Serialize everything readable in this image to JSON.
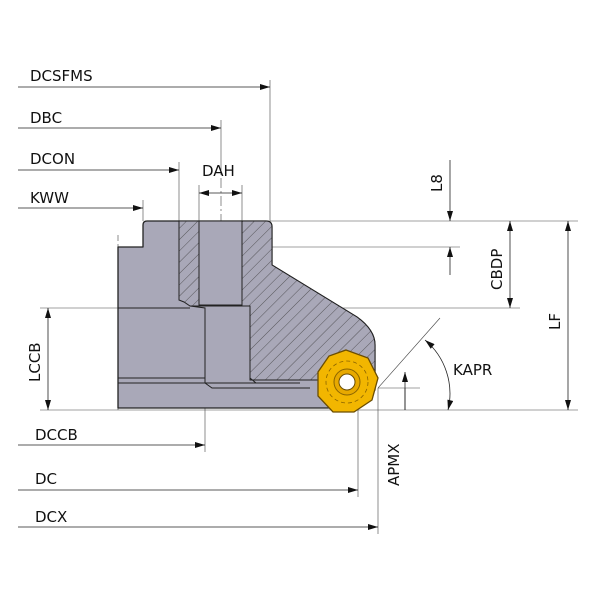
{
  "title": "Face mill dimension diagram",
  "labels": {
    "dcsfms": "DCSFMS",
    "dbc": "DBC",
    "dcon": "DCON",
    "kww": "KWW",
    "dah": "DAH",
    "l8": "L8",
    "cbdp": "CBDP",
    "lf": "LF",
    "lccb": "LCCB",
    "kapr": "KAPR",
    "dccb": "DCCB",
    "dc": "DC",
    "dcx": "DCX",
    "apmx": "APMX"
  },
  "colors": {
    "body": "#a9a8b8",
    "insert": "#f2b600",
    "line": "#222222"
  }
}
